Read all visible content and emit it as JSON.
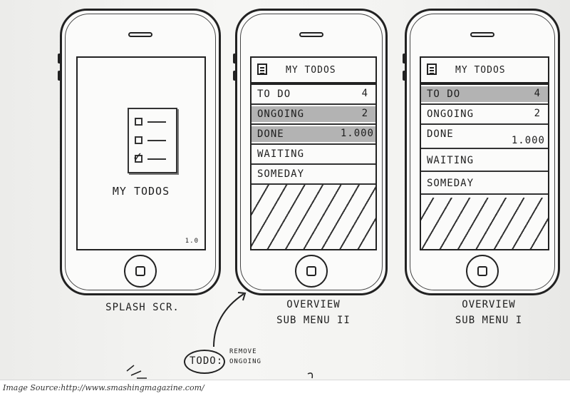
{
  "splash": {
    "title": "MY TODOS",
    "version": "1.0",
    "caption": "SPLASH SCR."
  },
  "overview_two": {
    "header_title": "MY TODOS",
    "caption_line1": "OVERVIEW",
    "caption_line2": "SUB MENU II",
    "items": [
      {
        "label": "TO DO",
        "count": "4"
      },
      {
        "label": "ONGOING",
        "count": "2"
      },
      {
        "label": "DONE",
        "count": "1.000"
      },
      {
        "label": "WAITING",
        "count": ""
      },
      {
        "label": "SOMEDAY",
        "count": ""
      }
    ]
  },
  "overview_one": {
    "header_title": "MY TODOS",
    "caption_line1": "OVERVIEW",
    "caption_line2": "SUB MENU I",
    "items": [
      {
        "label": "TO DO",
        "count": "4"
      },
      {
        "label": "ONGOING",
        "count": "2"
      },
      {
        "label": "DONE",
        "count": "1.000"
      },
      {
        "label": "WAITING",
        "count": ""
      },
      {
        "label": "SOMEDAY",
        "count": ""
      }
    ]
  },
  "note": {
    "label": "TODO:",
    "line1": "REMOVE",
    "line2": "ONGOING"
  },
  "source": "Image Source:http://www.smashingmagazine.com/"
}
